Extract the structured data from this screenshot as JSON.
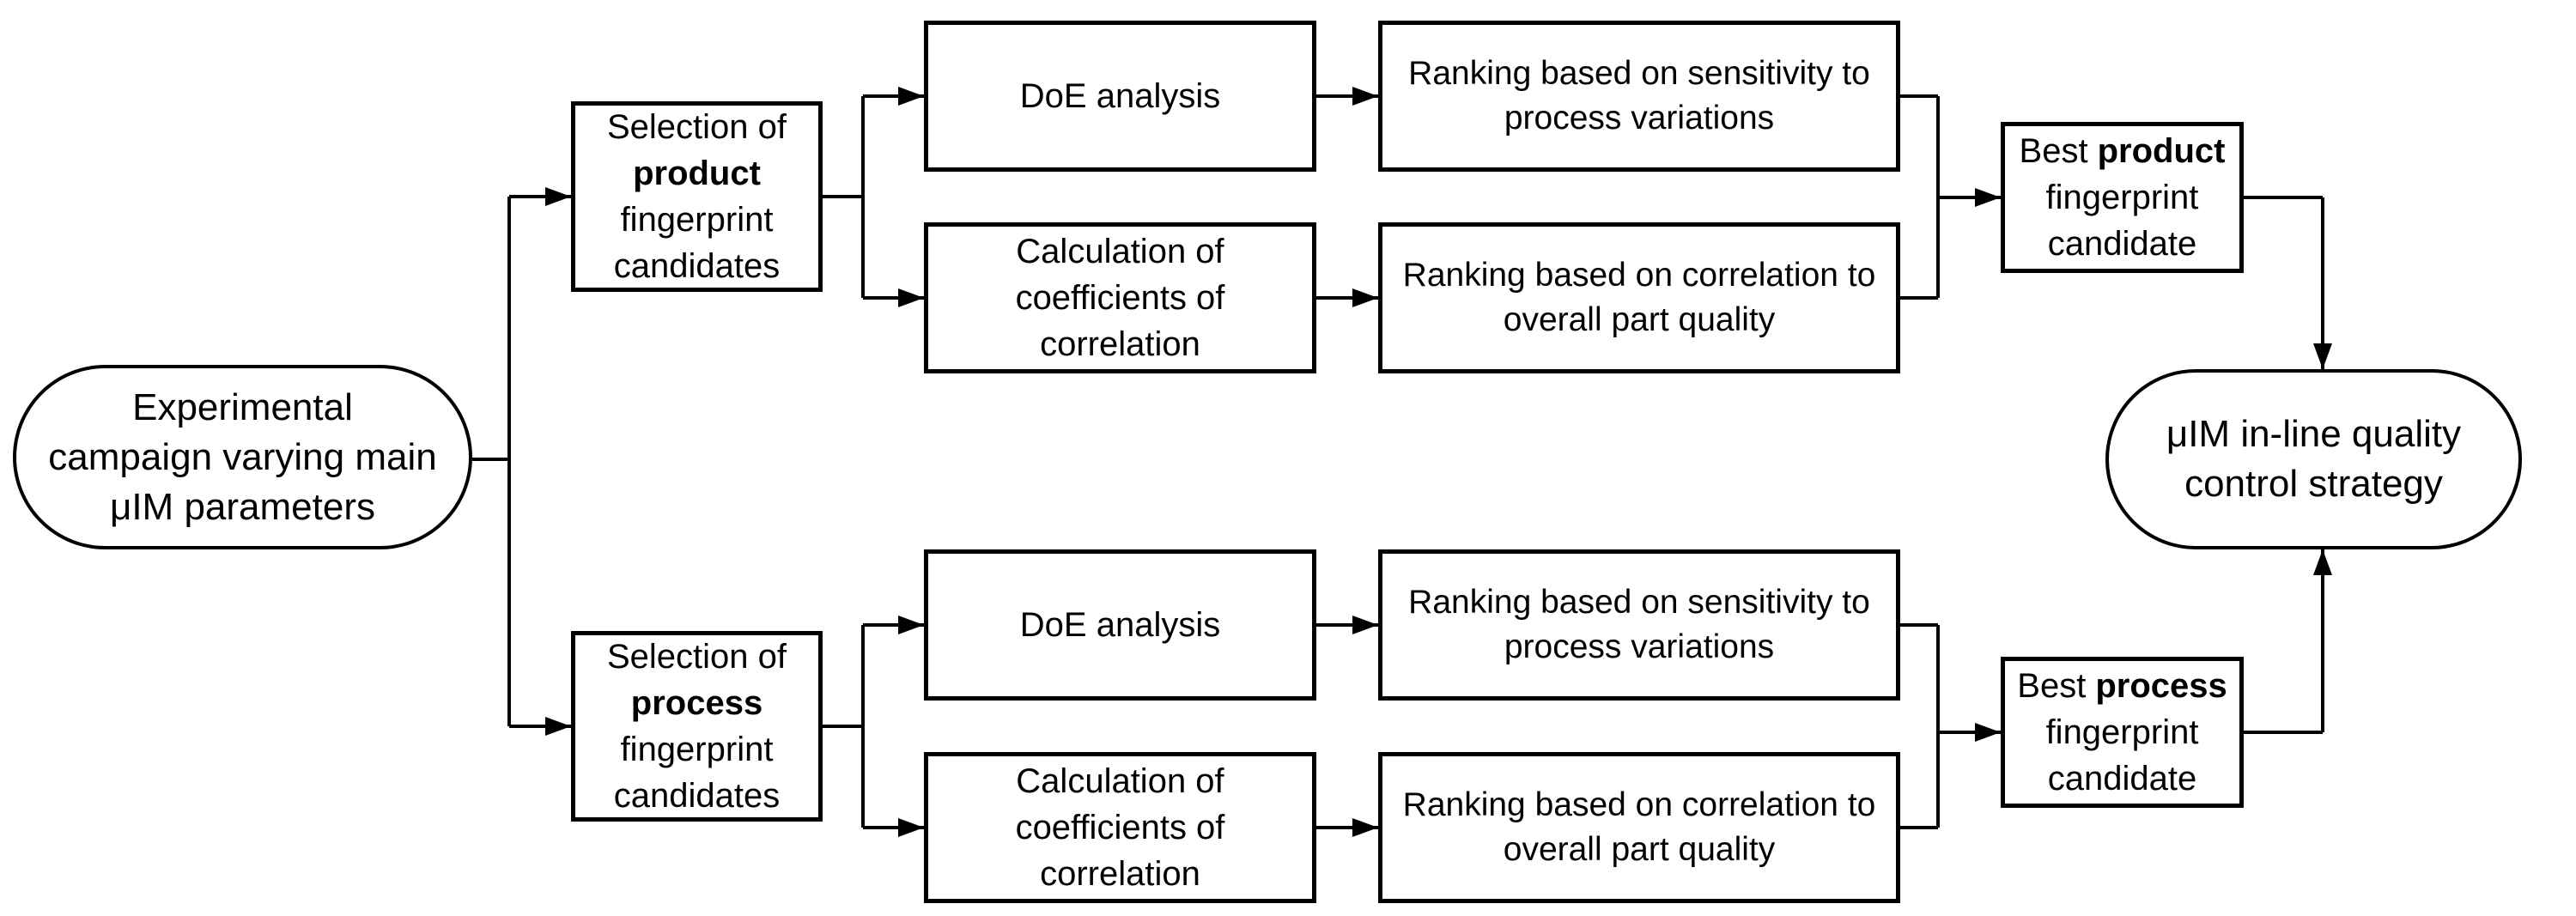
{
  "colors": {
    "ink": "#000000",
    "background": "#ffffff"
  },
  "start_node": {
    "line1": "Experimental",
    "line2": "campaign varying main",
    "line3": "μIM parameters"
  },
  "end_node": {
    "line1": "μIM in-line quality",
    "line2": "control strategy"
  },
  "product_branch": {
    "selection": {
      "line1": "Selection of",
      "emphasis": "product",
      "line3": "fingerprint",
      "line4": "candidates"
    },
    "doe": {
      "label": "DoE analysis"
    },
    "correlation_calc": {
      "line1": "Calculation of",
      "line2": "coefficients of",
      "line3": "correlation"
    },
    "ranking_sensitivity": {
      "line1": "Ranking based on sensitivity to",
      "line2": "process variations"
    },
    "ranking_correlation": {
      "line1": "Ranking based on correlation to",
      "line2": "overall part quality"
    },
    "best": {
      "prefix": "Best",
      "emphasis": "product",
      "line2": "fingerprint",
      "line3": "candidate"
    }
  },
  "process_branch": {
    "selection": {
      "line1": "Selection of",
      "emphasis": "process",
      "line3": "fingerprint",
      "line4": "candidates"
    },
    "doe": {
      "label": "DoE analysis"
    },
    "correlation_calc": {
      "line1": "Calculation of",
      "line2": "coefficients of",
      "line3": "correlation"
    },
    "ranking_sensitivity": {
      "line1": "Ranking based on sensitivity to",
      "line2": "process variations"
    },
    "ranking_correlation": {
      "line1": "Ranking based on correlation to",
      "line2": "overall part quality"
    },
    "best": {
      "prefix": "Best",
      "emphasis": "process",
      "line2": "fingerprint",
      "line3": "candidate"
    }
  }
}
